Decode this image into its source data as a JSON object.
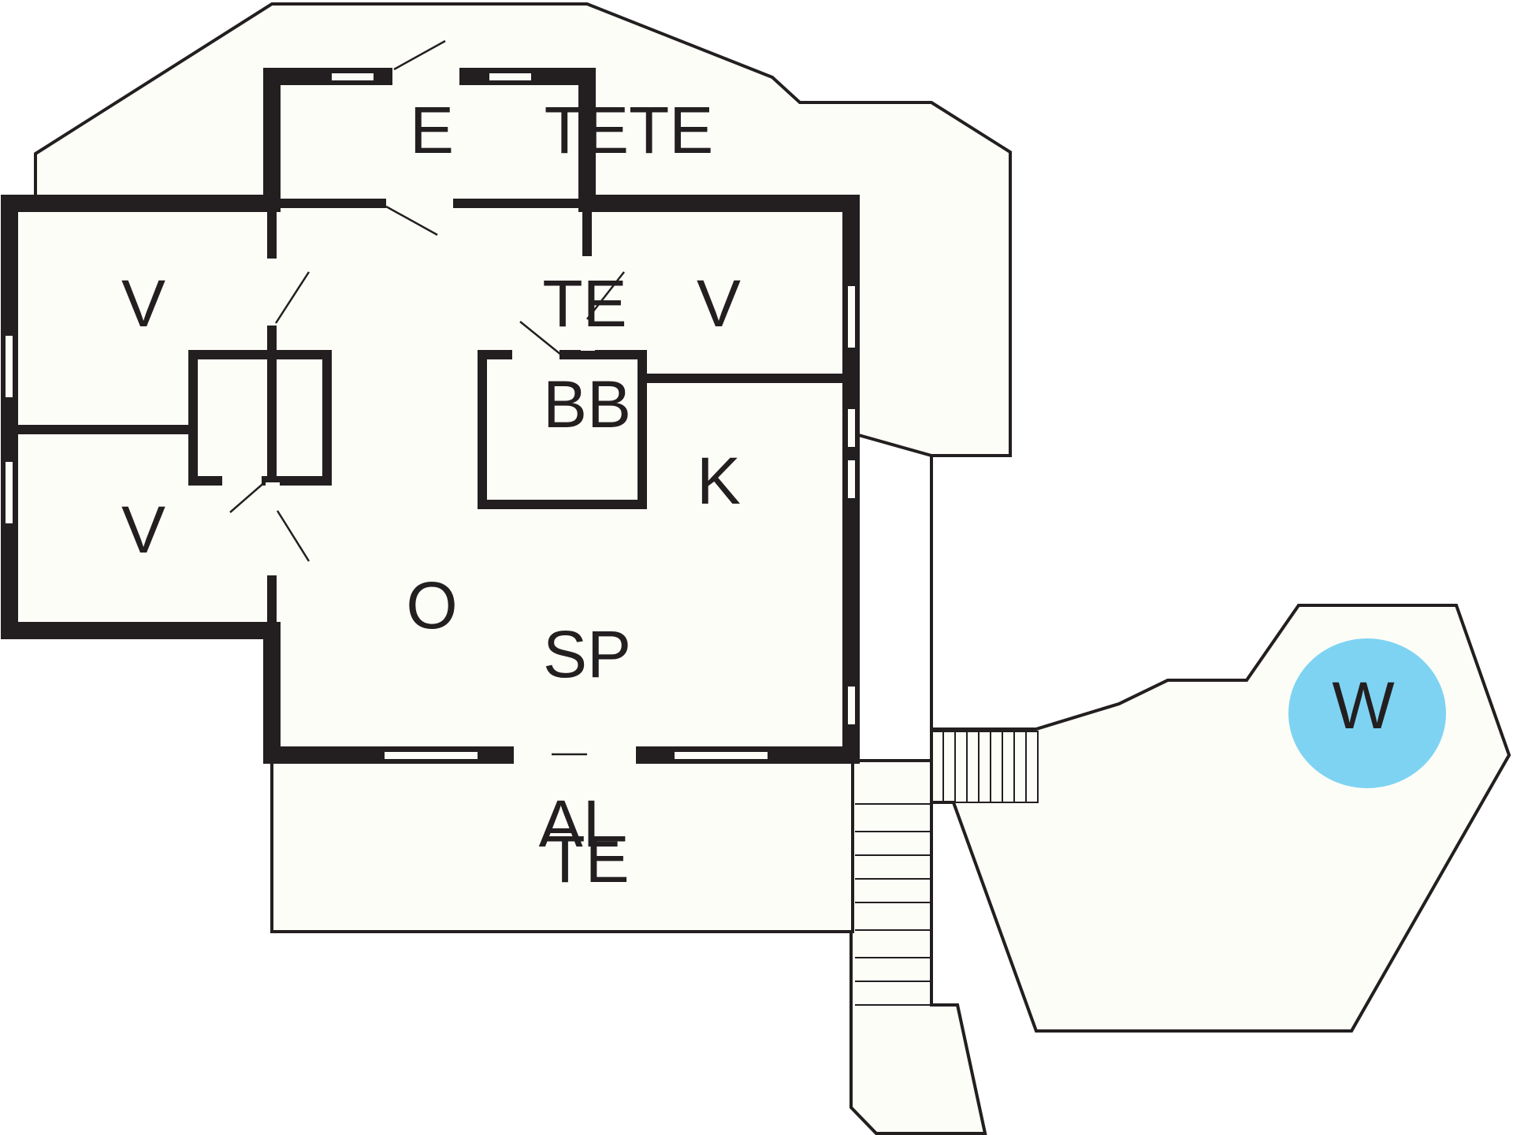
{
  "floorplan": {
    "rooms": {
      "entrance": "E",
      "terrace_top": "TETE",
      "bedroom_left_top": "V",
      "terrace_mid": "TE",
      "bedroom_right": "V",
      "bathroom": "BB",
      "kitchen": "K",
      "bedroom_left_bottom": "V",
      "living": "O",
      "dining": "SP",
      "al": "AL",
      "terrace_bottom": "TE",
      "whirlpool": "W"
    },
    "colors": {
      "whirlpool": "#7fd3f2",
      "floor": "#fdfdf8",
      "wall": "#231f20"
    }
  }
}
